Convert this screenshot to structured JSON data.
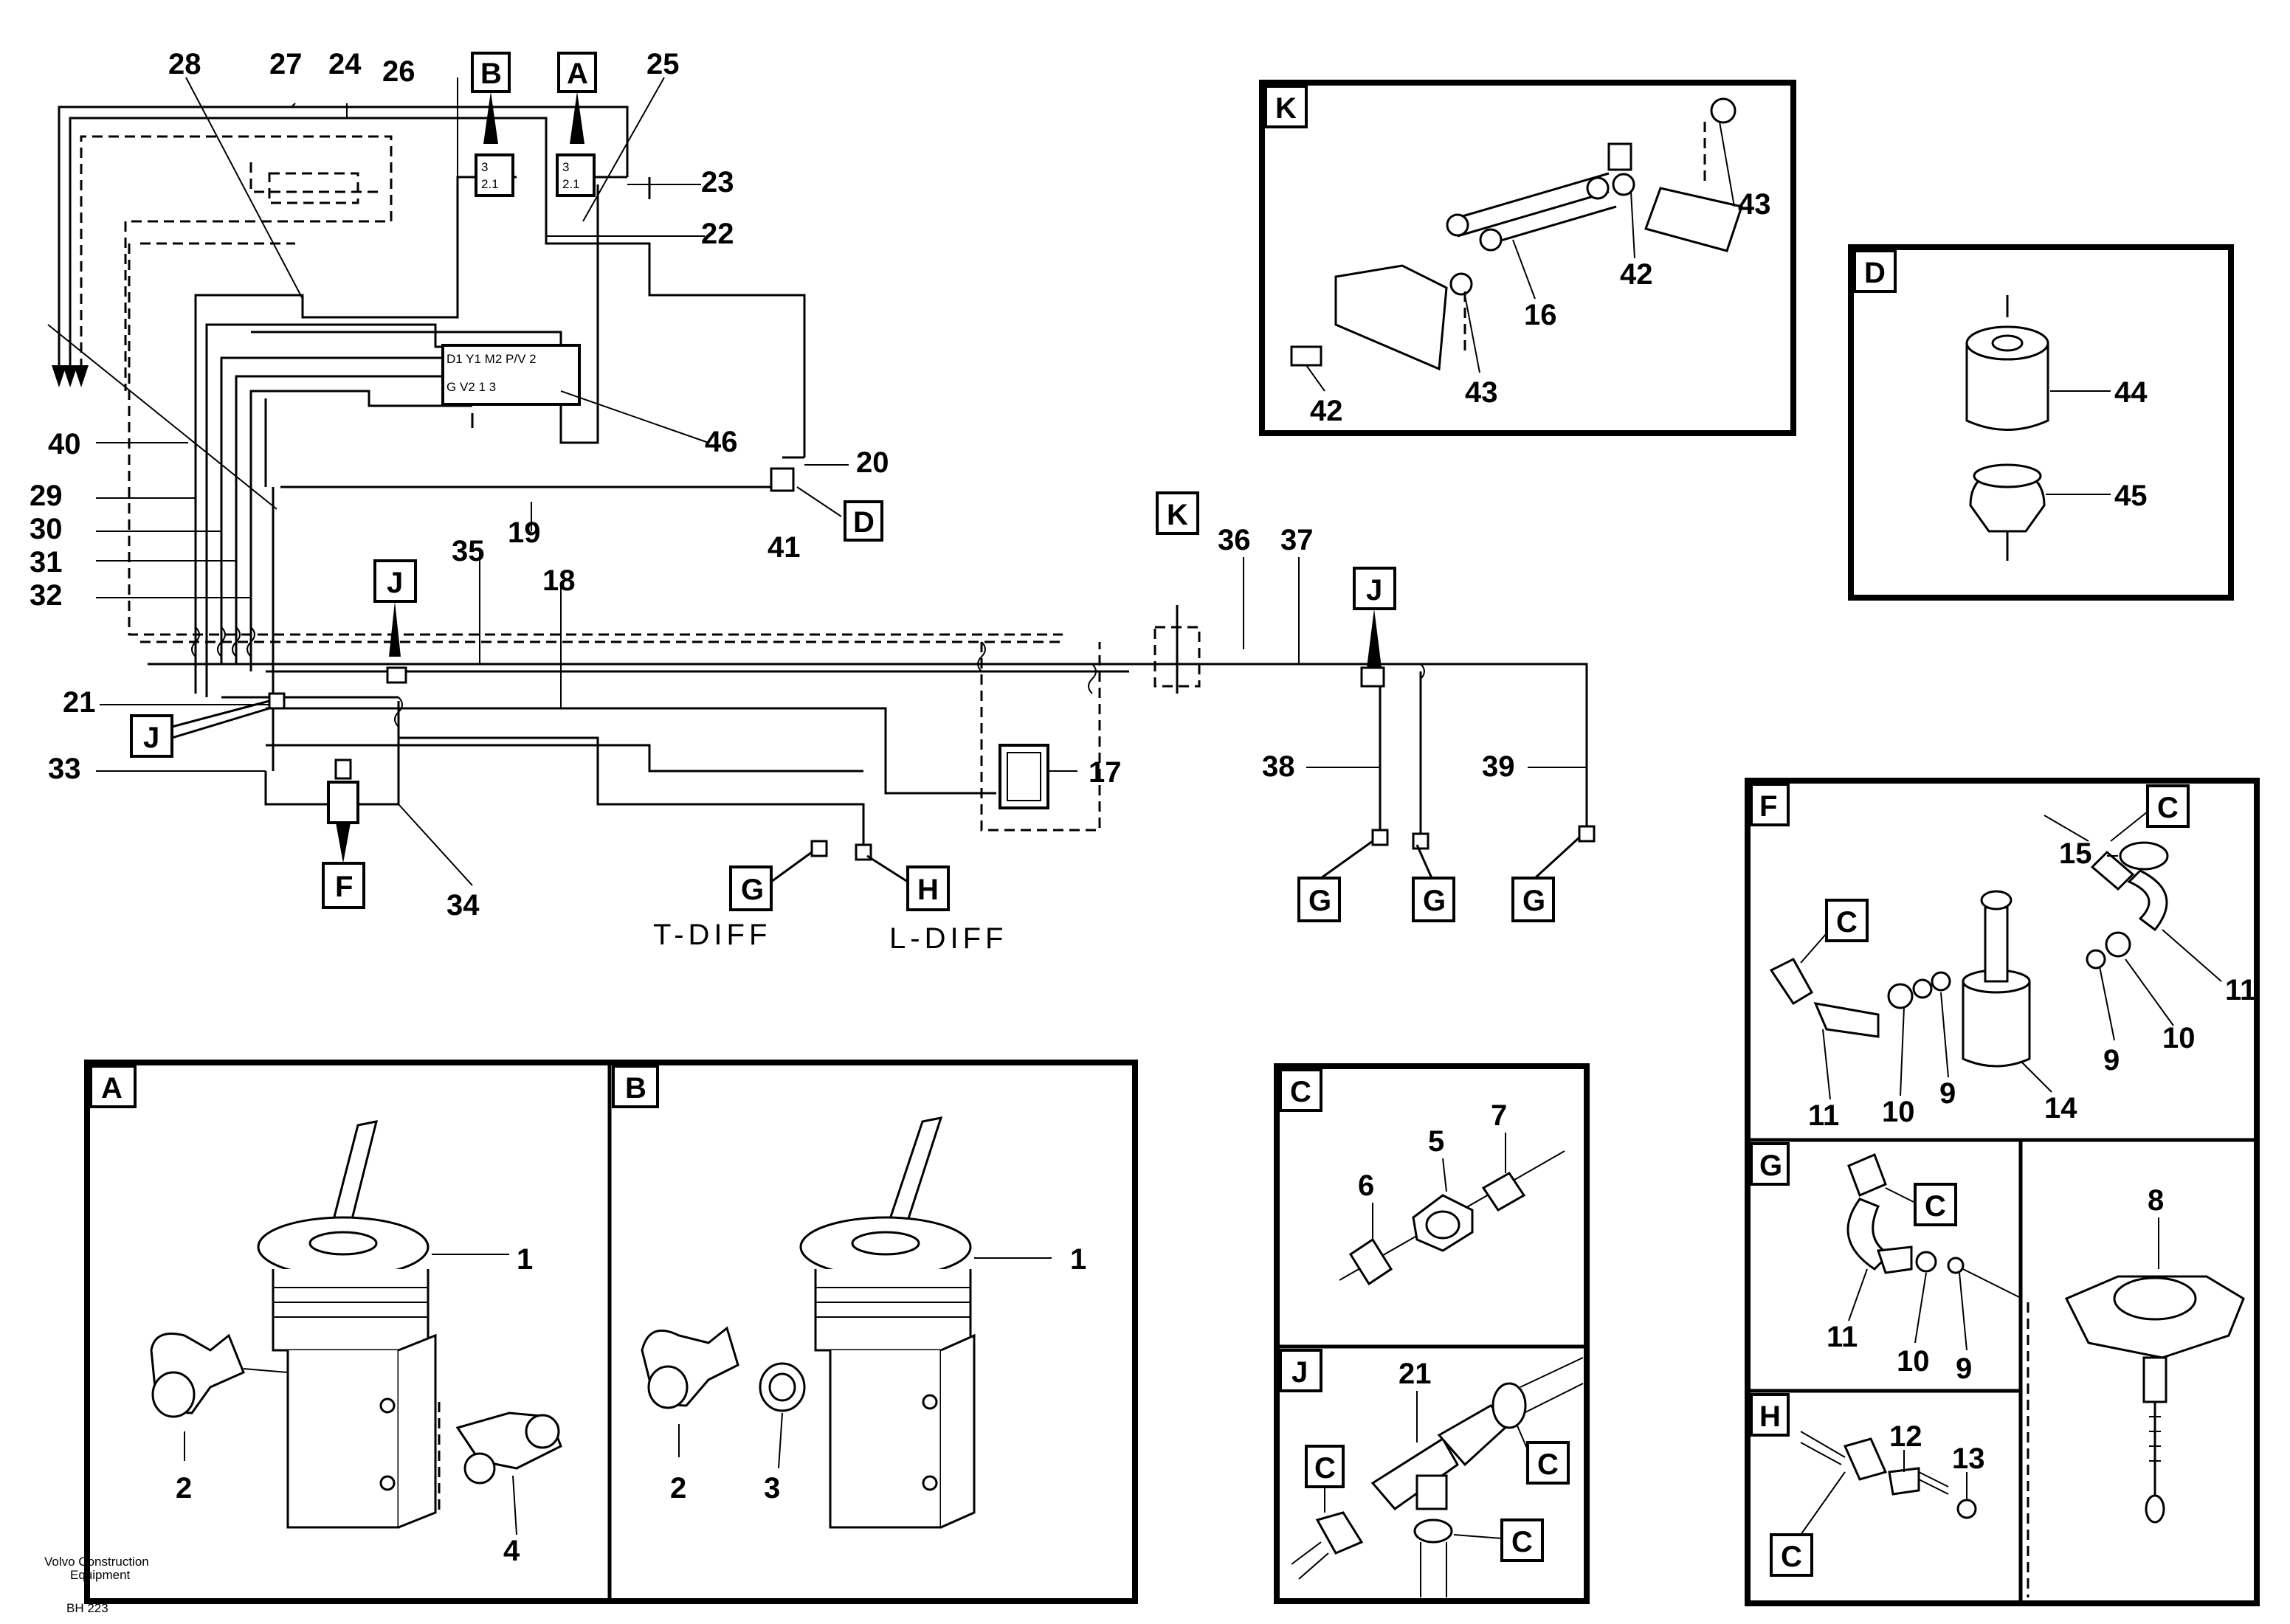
{
  "callouts": {
    "n1a": "1",
    "n1b": "1",
    "n2a": "2",
    "n2b": "2",
    "n3": "3",
    "n4": "4",
    "n5": "5",
    "n6": "6",
    "n7": "7",
    "n8": "8",
    "n9a": "9",
    "n9b": "9",
    "n9c": "9",
    "n10a": "10",
    "n10b": "10",
    "n10c": "10",
    "n11a": "11",
    "n11b": "11",
    "n11c": "11",
    "n12": "12",
    "n13": "13",
    "n14": "14",
    "n15": "15",
    "n16": "16",
    "n17": "17",
    "n18": "18",
    "n19": "19",
    "n20": "20",
    "n21a": "21",
    "n21b": "21",
    "n22": "22",
    "n23": "23",
    "n24": "24",
    "n25": "25",
    "n26": "26",
    "n27": "27",
    "n28": "28",
    "n29": "29",
    "n30": "30",
    "n31": "31",
    "n32": "32",
    "n33": "33",
    "n34": "34",
    "n35": "35",
    "n36": "36",
    "n37": "37",
    "n38": "38",
    "n39": "39",
    "n40": "40",
    "n41": "41",
    "n42a": "42",
    "n42b": "42",
    "n43a": "43",
    "n43b": "43",
    "n44": "44",
    "n45": "45",
    "n46": "46"
  },
  "letter_tags": {
    "A": "A",
    "B": "B",
    "C": "C",
    "D": "D",
    "F": "F",
    "G": "G",
    "H": "H",
    "J": "J",
    "K": "K"
  },
  "labels": {
    "t_diff": "T-DIFF",
    "l_diff": "L-DIFF",
    "valve_block": "D1 Y1 M2 P/V 2 G V2 1 3",
    "valve_a": "3 2.1",
    "valve_b": "3 2.1"
  },
  "footer": {
    "brand_line1": "Volvo Construction",
    "brand_line2": "Equipment",
    "code": "BH 223"
  }
}
